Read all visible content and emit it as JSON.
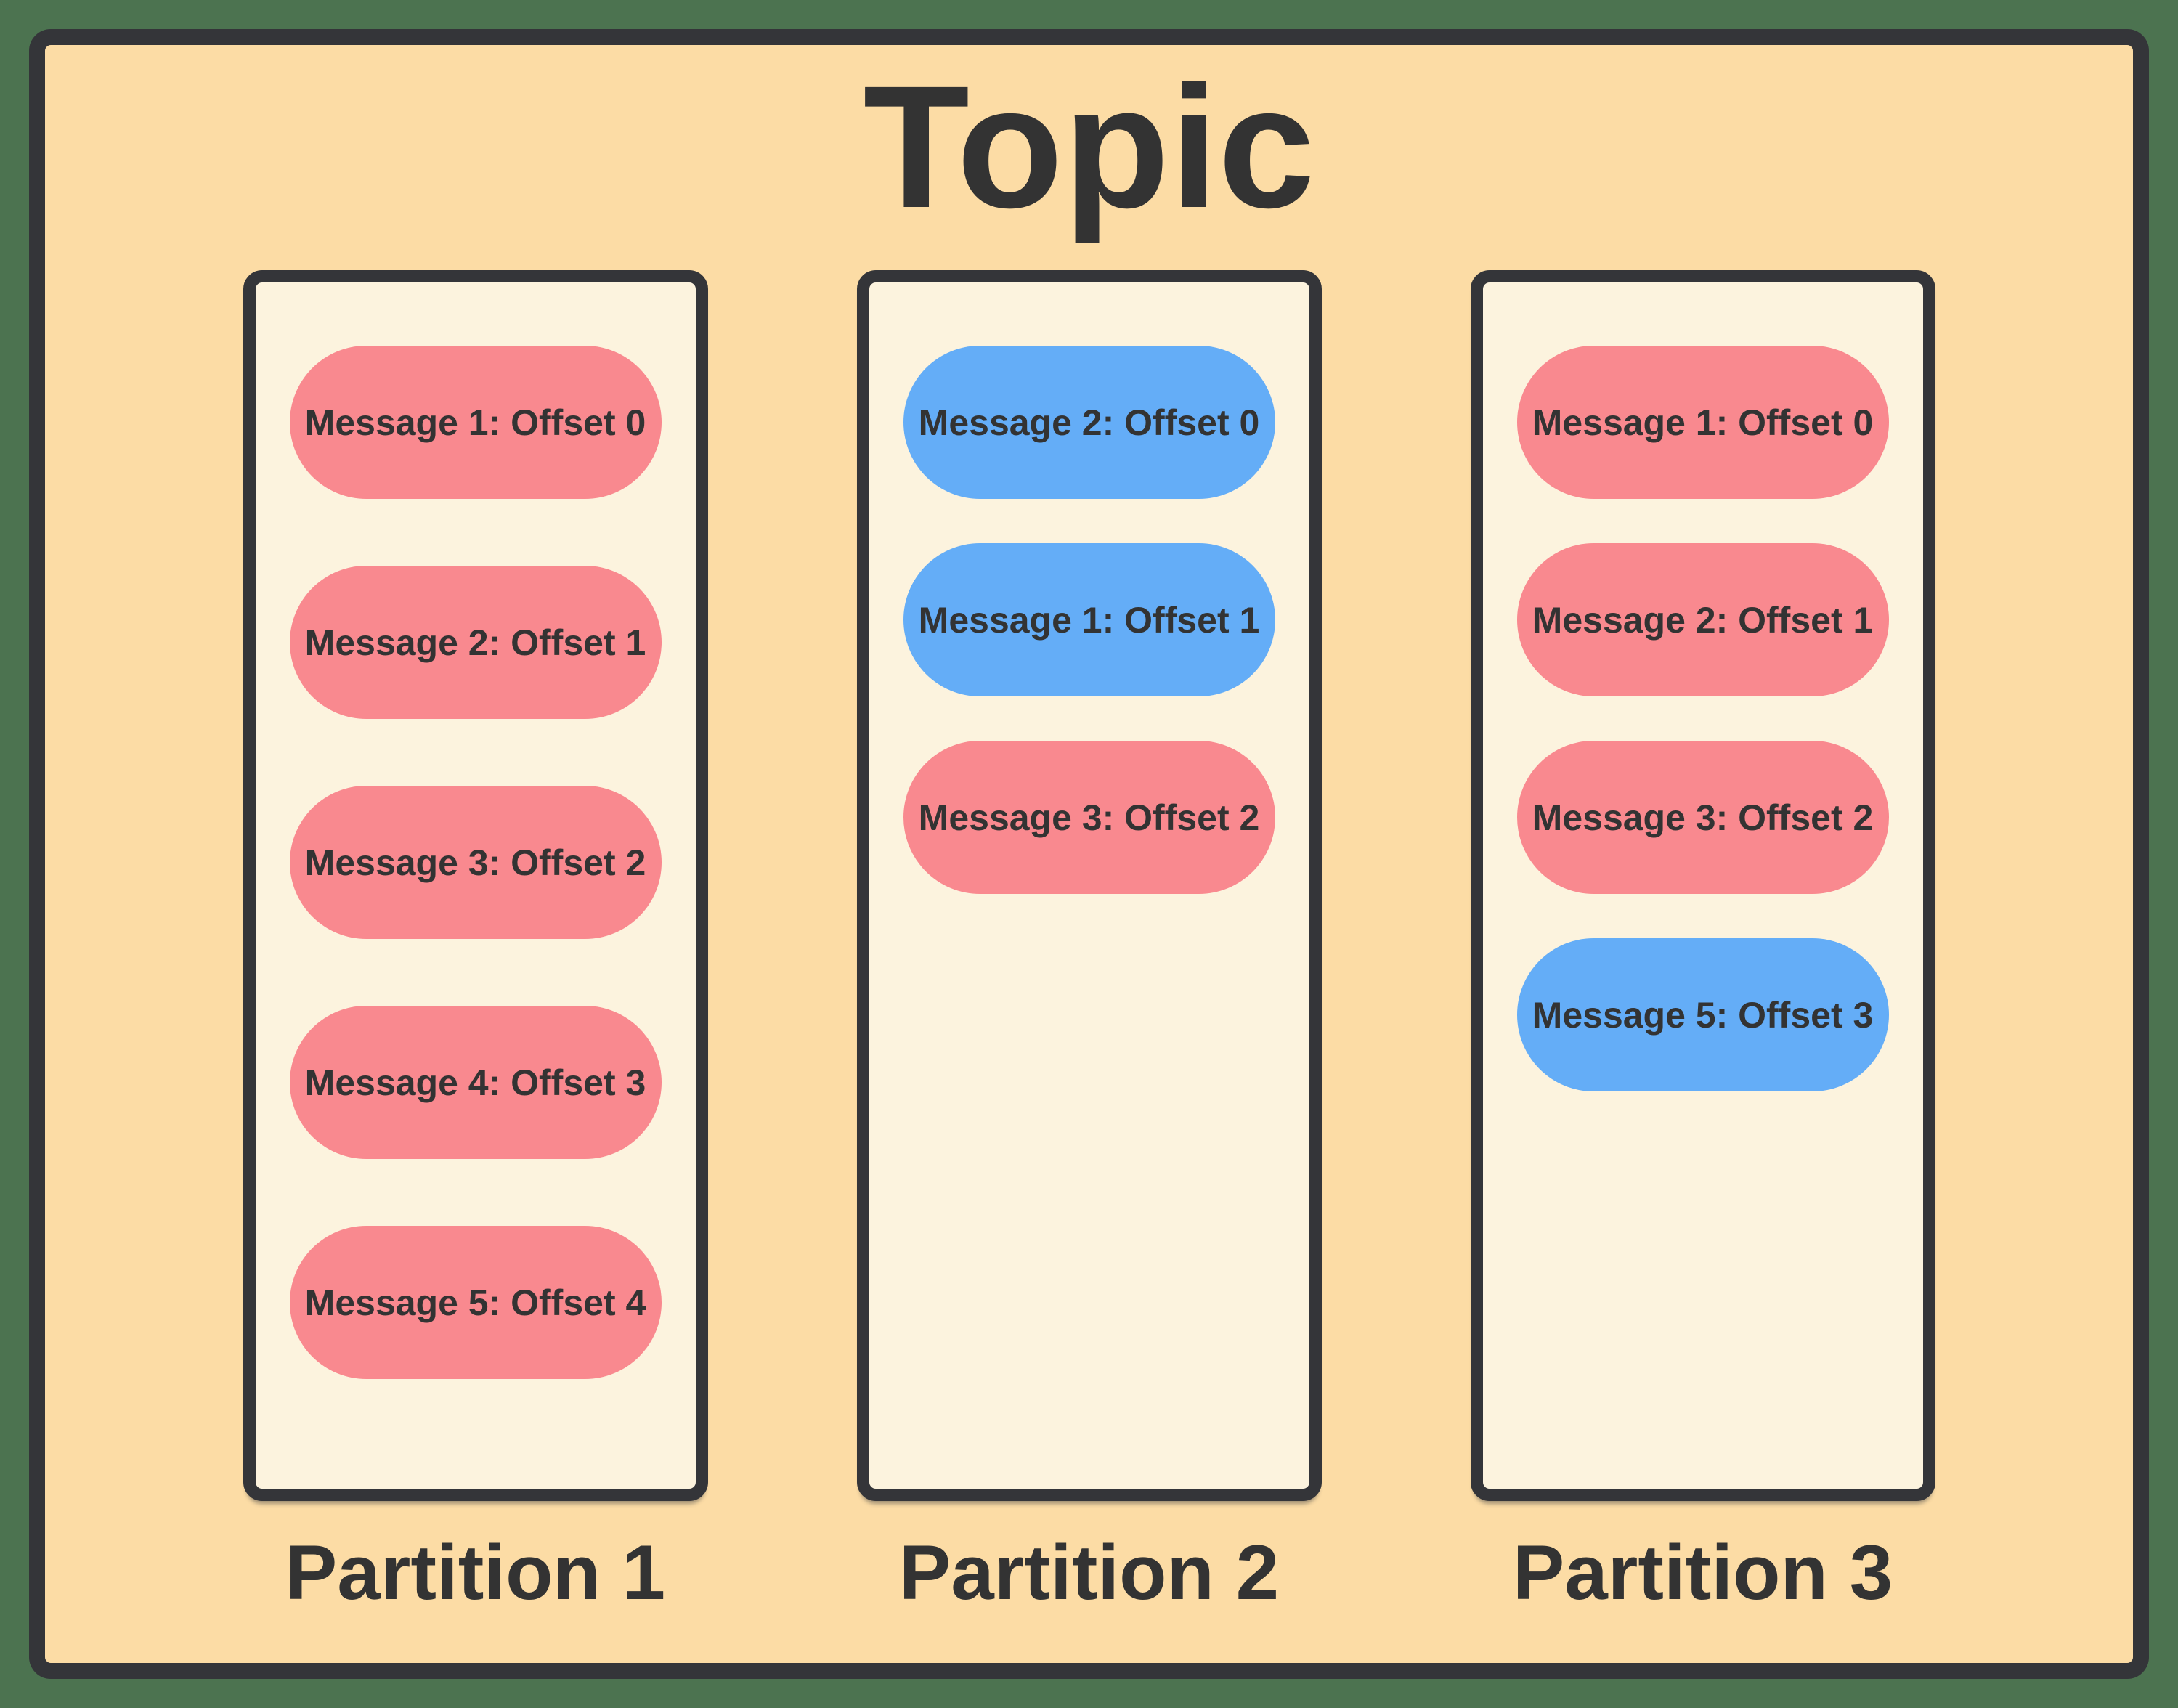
{
  "title": "Topic",
  "colors": {
    "canvas_background": "#4C7350",
    "topic_fill": "#FCDCA5",
    "outline": "#343539",
    "partition_fill": "#FCF3DE",
    "message_pink": "#F9898F",
    "message_blue": "#64ADF7",
    "text": "#333333"
  },
  "partitions": [
    {
      "label": "Partition 1",
      "messages": [
        {
          "text": "Message 1: Offset 0",
          "color": "pink"
        },
        {
          "text": "Message 2: Offset 1",
          "color": "pink"
        },
        {
          "text": "Message 3: Offset 2",
          "color": "pink"
        },
        {
          "text": "Message 4: Offset 3",
          "color": "pink"
        },
        {
          "text": "Message 5: Offset 4",
          "color": "pink"
        }
      ]
    },
    {
      "label": "Partition 2",
      "messages": [
        {
          "text": "Message 2: Offset 0",
          "color": "blue"
        },
        {
          "text": "Message 1: Offset 1",
          "color": "blue"
        },
        {
          "text": "Message 3: Offset 2",
          "color": "pink"
        }
      ]
    },
    {
      "label": "Partition 3",
      "messages": [
        {
          "text": "Message 1: Offset 0",
          "color": "pink"
        },
        {
          "text": "Message 2: Offset 1",
          "color": "pink"
        },
        {
          "text": "Message 3: Offset 2",
          "color": "pink"
        },
        {
          "text": "Message 5: Offset 3",
          "color": "blue"
        }
      ]
    }
  ]
}
